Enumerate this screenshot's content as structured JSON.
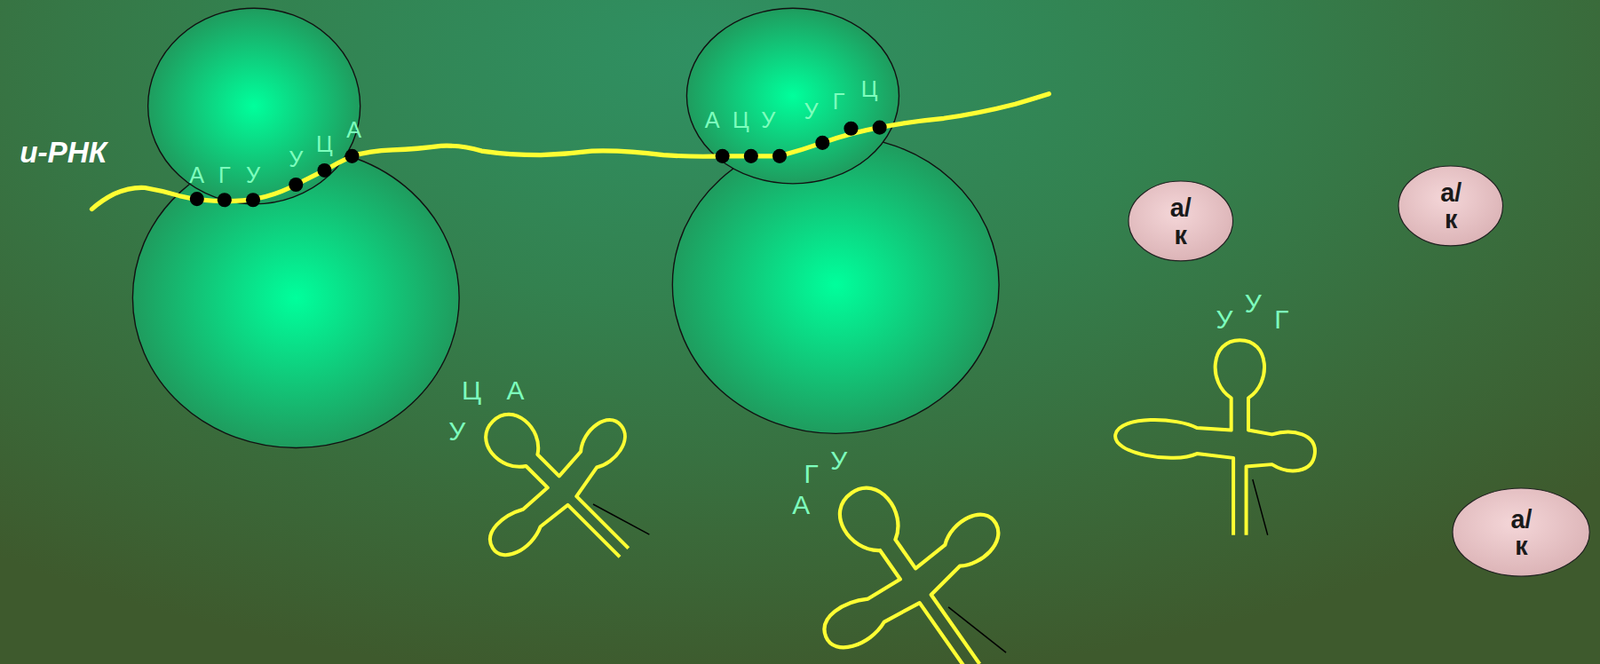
{
  "diagram": {
    "nodes": [
      {
        "text": [
          "а/ к"
        ]
      },
      {
        "text": [
          "а/ к"
        ]
      },
      {
        "text": [
          "а/к"
        ]
      }
    ],
    "labels": [
      "и-РНК",
      "А",
      "Г",
      "У",
      "У",
      "Ц",
      "А",
      "А",
      "Ц",
      "У",
      "У",
      "Г",
      "Ц",
      "У",
      "Ц",
      "А",
      "А",
      "Г",
      "У",
      "У",
      "У",
      "Г"
    ]
  }
}
